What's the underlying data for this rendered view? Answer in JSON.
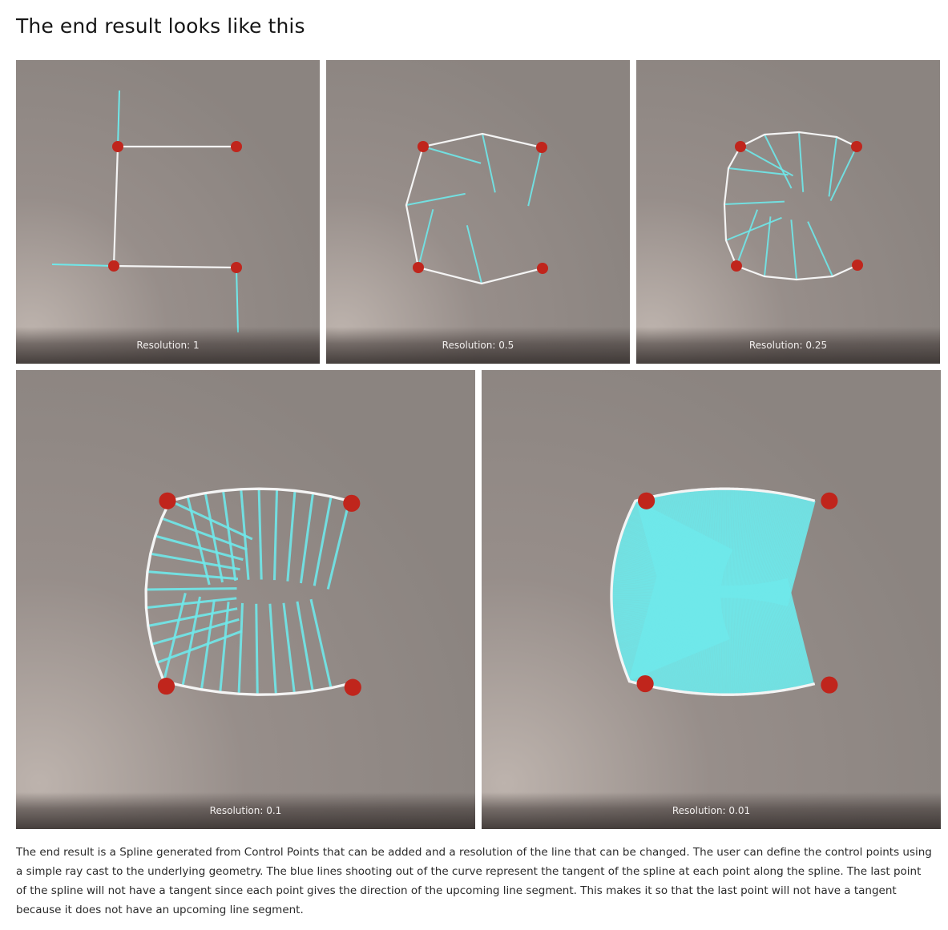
{
  "heading": "The end result looks like this",
  "description": "The end result is a Spline generated from Control Points that can be added and a resolution of the line that can be changed. The user can define the control points using a simple ray cast to the underlying geometry. The blue lines shooting out of the curve represent the tangent of the spline at each point along the spline. The last point of the spline will not have a tangent since each point gives the direction of the upcoming line segment. This makes it so that the last point will not have a tangent because it does not have an upcoming line segment.",
  "colors": {
    "tangent": "#6fe8ea",
    "curve": "#f4f4f4",
    "control_point": "#c0251c",
    "background": "#8f8784"
  },
  "panels": [
    {
      "caption": "Resolution: 1",
      "resolution": 1
    },
    {
      "caption": "Resolution: 0.5",
      "resolution": 0.5
    },
    {
      "caption": "Resolution: 0.25",
      "resolution": 0.25
    },
    {
      "caption": "Resolution: 0.1",
      "resolution": 0.1
    },
    {
      "caption": "Resolution: 0.01",
      "resolution": 0.01
    }
  ]
}
